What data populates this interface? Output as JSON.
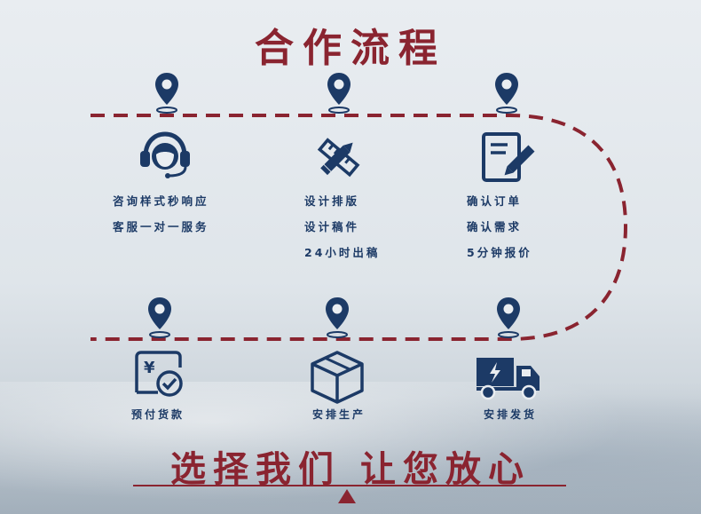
{
  "title": "合作流程",
  "steps_top": [
    {
      "name": "consult",
      "lines": [
        "咨询样式秒响应",
        "客服一对一服务"
      ]
    },
    {
      "name": "design",
      "lines": [
        "设计排版",
        "设计稿件",
        "24小时出稿"
      ]
    },
    {
      "name": "confirm",
      "lines": [
        "确认订单",
        "确认需求",
        "5分钟报价"
      ]
    }
  ],
  "steps_bottom": [
    {
      "name": "prepay",
      "label": "预付货款"
    },
    {
      "name": "produce",
      "label": "安排生产"
    },
    {
      "name": "ship",
      "label": "安排发货"
    }
  ],
  "slogan": "选择我们 让您放心",
  "colors": {
    "brand_red": "#8a2430",
    "navy": "#1c3a66"
  },
  "icons": [
    "location-pin-icon",
    "headset-agent-icon",
    "pencil-ruler-icon",
    "document-edit-icon",
    "yuan-check-icon",
    "box-icon",
    "delivery-truck-icon"
  ]
}
